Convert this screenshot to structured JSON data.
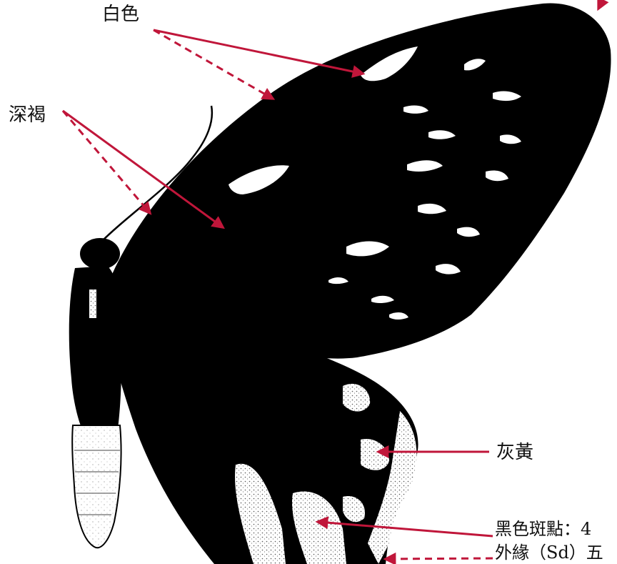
{
  "labels": {
    "white": "白色",
    "dark_brown": "深褐",
    "gray_yellow": "灰黃",
    "black_spot": "黑色斑點：4",
    "outer_margin": "外緣（Sd）五"
  },
  "colors": {
    "arrow": "#c0163a",
    "wing": "#000000",
    "stipple": "#8a8a8a",
    "background": "#ffffff"
  }
}
